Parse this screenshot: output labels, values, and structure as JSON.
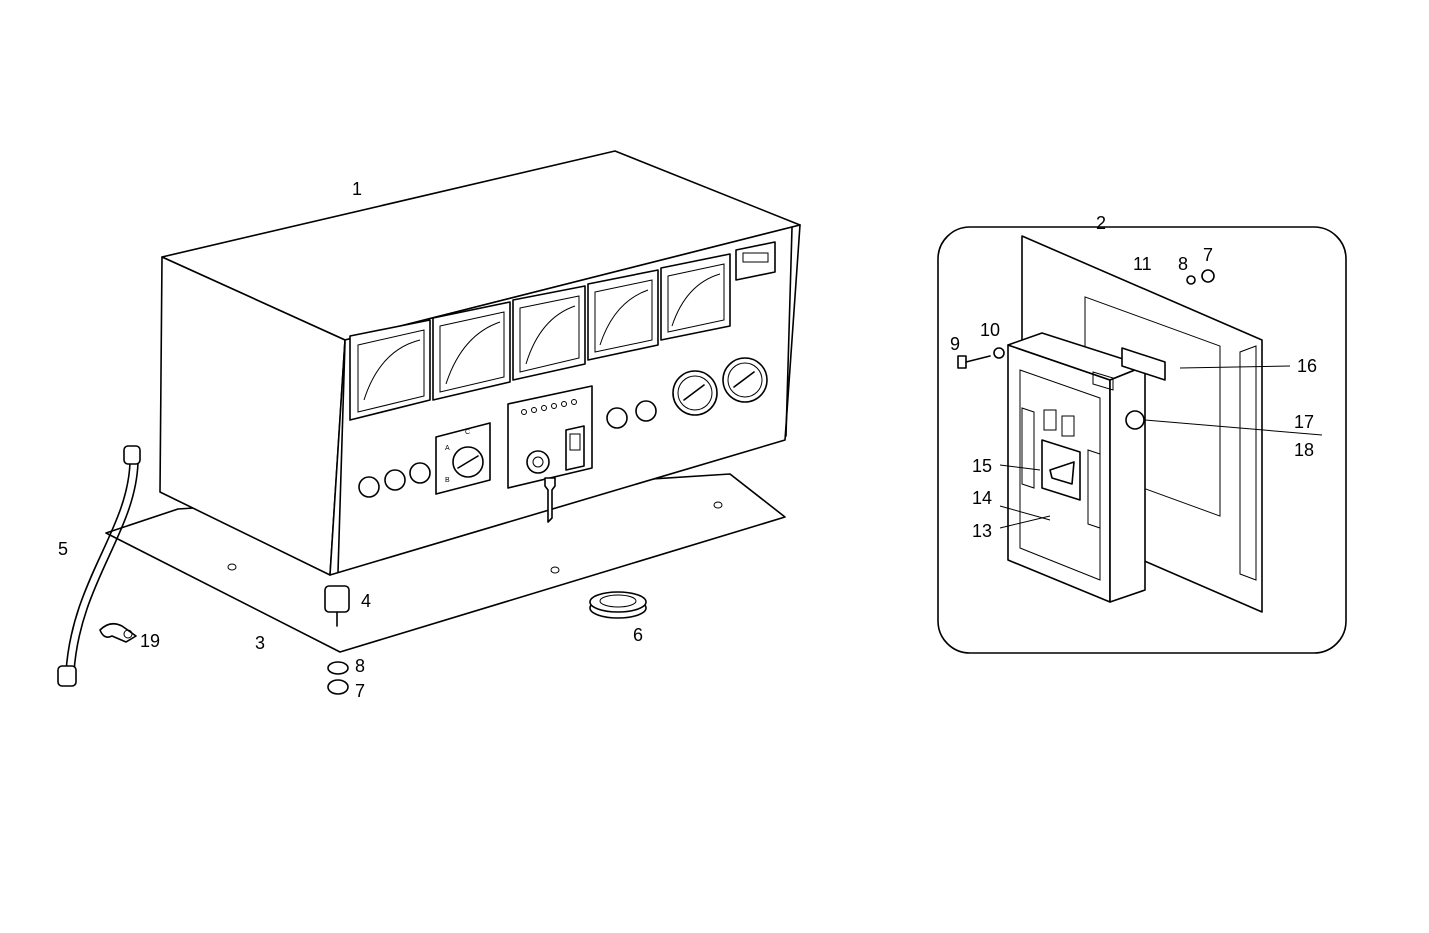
{
  "callouts": {
    "c1": "1",
    "c2": "2",
    "c3": "3",
    "c4": "4",
    "c5": "5",
    "c6": "6",
    "c7a": "7",
    "c7b": "7",
    "c8a": "8",
    "c8b": "8",
    "c9": "9",
    "c10": "10",
    "c11": "11",
    "c13": "13",
    "c14": "14",
    "c15": "15",
    "c16": "16",
    "c17": "17",
    "c18": "18",
    "c19": "19"
  }
}
